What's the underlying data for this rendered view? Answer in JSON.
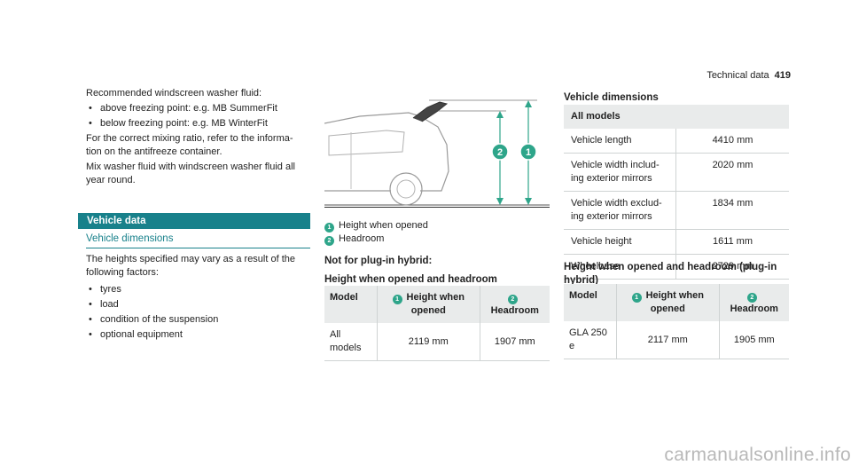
{
  "running_head": {
    "section": "Technical data",
    "page": "419"
  },
  "fluid": {
    "intro": "Recommended windscreen washer fluid:",
    "items": [
      "above freezing point: e.g. MB SummerFit",
      "below freezing point: e.g. MB WinterFit"
    ],
    "mixing": "For the correct mixing ratio, refer to the informa- tion on the antifreeze container.",
    "mix_note": "Mix washer fluid with windscreen washer fluid all year round."
  },
  "vehicle_data": {
    "bar_title": "Vehicle data",
    "subheading": "Vehicle dimensions",
    "intro": "The heights specified may vary as a result of the following factors:",
    "factors": [
      "tyres",
      "load",
      "condition of the suspension",
      "optional equipment"
    ]
  },
  "illustration": {
    "legend": [
      {
        "num": "1",
        "label": "Height when opened"
      },
      {
        "num": "2",
        "label": "Headroom"
      }
    ]
  },
  "not_hybrid": {
    "title": "Not for plug-in hybrid:",
    "table_title": "Height when opened and headroom",
    "header": {
      "model": "Model",
      "height_num": "1",
      "height": "Height when opened",
      "headroom_num": "2",
      "headroom": "Headroom"
    },
    "rows": [
      {
        "model": "All models",
        "height": "2119 mm",
        "headroom": "1907 mm"
      }
    ]
  },
  "dimensions": {
    "title": "Vehicle dimensions",
    "header": "All models",
    "rows": [
      {
        "label": "Vehicle length",
        "value": "4410 mm"
      },
      {
        "label": "Vehicle width includ- ing exterior mirrors",
        "value": "2020 mm"
      },
      {
        "label": "Vehicle width exclud- ing exterior mirrors",
        "value": "1834 mm"
      },
      {
        "label": "Vehicle height",
        "value": "1611 mm"
      },
      {
        "label": "Wheelbase",
        "value": "2729 mm"
      }
    ]
  },
  "hybrid": {
    "title": "Height when opened and headroom (plug-in hybrid)",
    "header": {
      "model": "Model",
      "height_num": "1",
      "height": "Height when opened",
      "headroom_num": "2",
      "headroom": "Headroom"
    },
    "rows": [
      {
        "model": "GLA 250 e",
        "height": "2117 mm",
        "headroom": "1905 mm"
      }
    ]
  },
  "watermark": "carmanualsonline.info",
  "colors": {
    "accent": "#18818b",
    "badge": "#2ea58a",
    "table_header": "#e9ebeb"
  }
}
